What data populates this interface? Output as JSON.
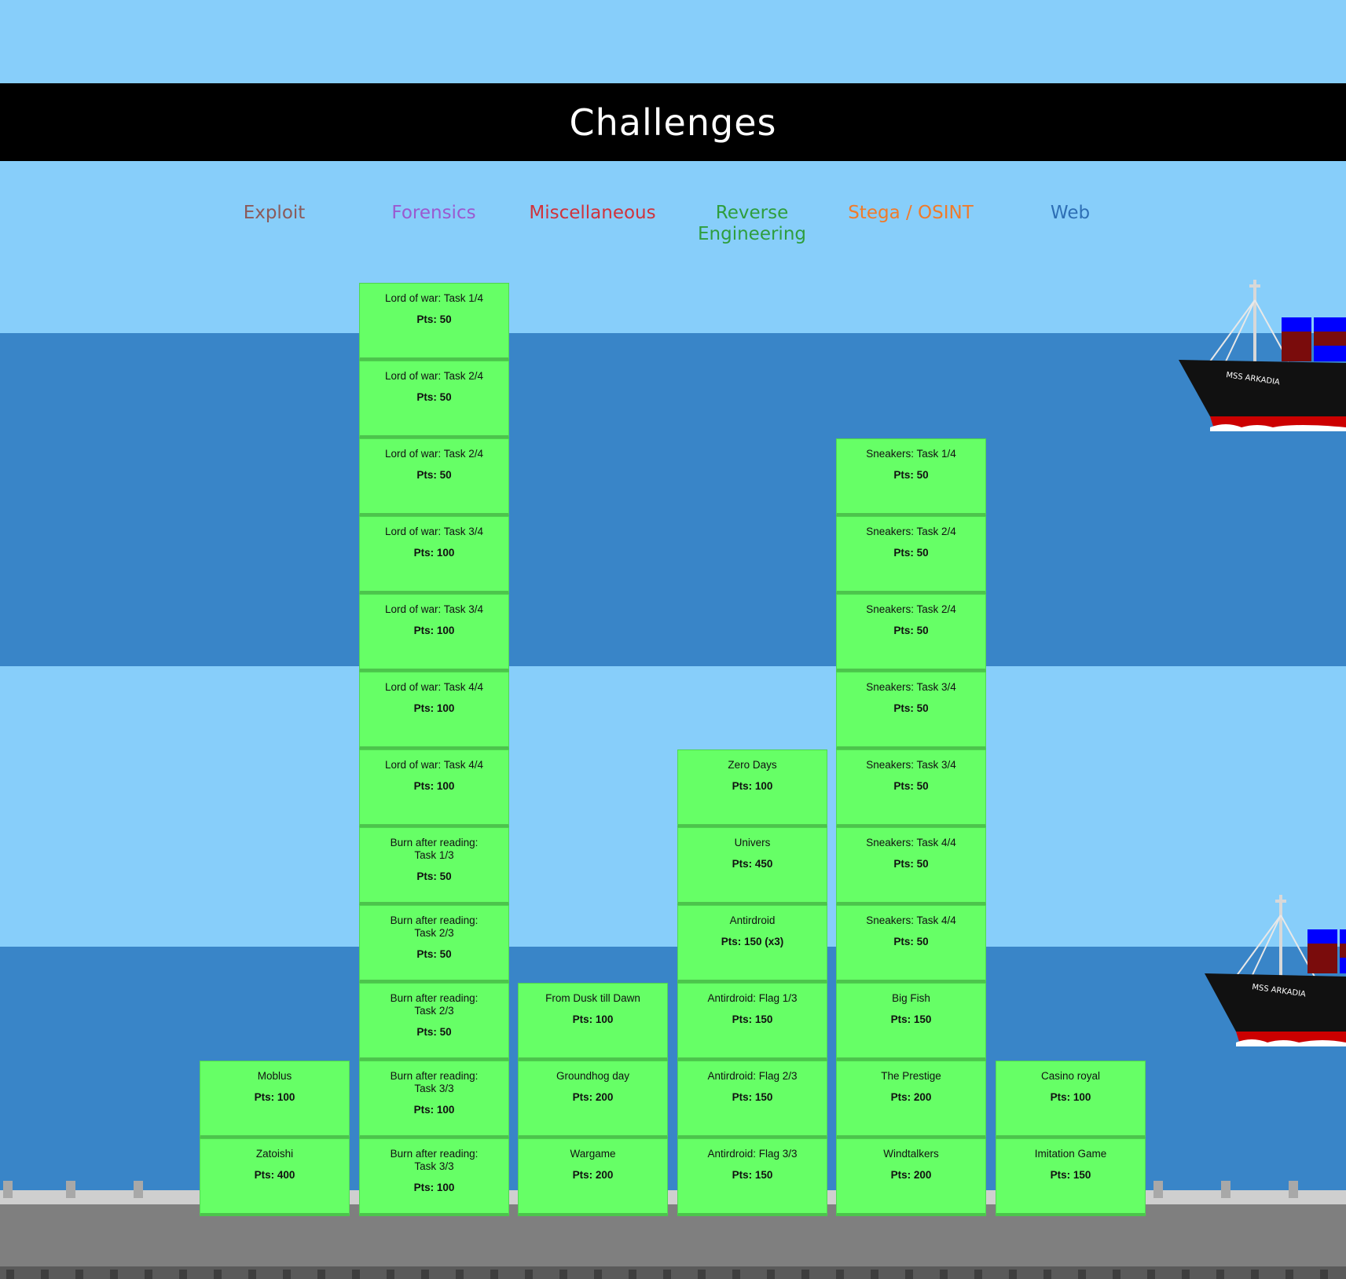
{
  "page": {
    "title": "Challenges"
  },
  "categories": [
    {
      "name": "Exploit",
      "color": "#8B5A5A"
    },
    {
      "name": "Forensics",
      "color": "#9B59D0"
    },
    {
      "name": "Miscellaneous",
      "color": "#D0333C"
    },
    {
      "name": "Reverse Engineering",
      "color": "#2E9E3E"
    },
    {
      "name": "Stega / OSINT",
      "color": "#F07B2A"
    },
    {
      "name": "Web",
      "color": "#2E6FB5"
    }
  ],
  "columns": [
    {
      "category": "Exploit",
      "cards": [
        {
          "name": "Moblus",
          "pts": "Pts: 100"
        },
        {
          "name": "Zatoishi",
          "pts": "Pts: 400"
        }
      ]
    },
    {
      "category": "Forensics",
      "cards": [
        {
          "name": "Lord of war: Task 1/4",
          "pts": "Pts: 50"
        },
        {
          "name": "Lord of war: Task 2/4",
          "pts": "Pts: 50"
        },
        {
          "name": "Lord of war: Task 2/4",
          "pts": "Pts: 50"
        },
        {
          "name": "Lord of war: Task 3/4",
          "pts": "Pts: 100"
        },
        {
          "name": "Lord of war: Task 3/4",
          "pts": "Pts: 100"
        },
        {
          "name": "Lord of war: Task 4/4",
          "pts": "Pts: 100"
        },
        {
          "name": "Lord of war: Task 4/4",
          "pts": "Pts: 100"
        },
        {
          "name": "Burn after reading: Task 1/3",
          "pts": "Pts: 50"
        },
        {
          "name": "Burn after reading: Task 2/3",
          "pts": "Pts: 50"
        },
        {
          "name": "Burn after reading: Task 2/3",
          "pts": "Pts: 50"
        },
        {
          "name": "Burn after reading: Task 3/3",
          "pts": "Pts: 100"
        },
        {
          "name": "Burn after reading: Task 3/3",
          "pts": "Pts: 100"
        }
      ]
    },
    {
      "category": "Miscellaneous",
      "cards": [
        {
          "name": "From Dusk till Dawn",
          "pts": "Pts: 100"
        },
        {
          "name": "Groundhog day",
          "pts": "Pts: 200"
        },
        {
          "name": "Wargame",
          "pts": "Pts: 200"
        }
      ]
    },
    {
      "category": "Reverse Engineering",
      "cards": [
        {
          "name": "Zero Days",
          "pts": "Pts: 100"
        },
        {
          "name": "Univers",
          "pts": "Pts: 450"
        },
        {
          "name": "Antirdroid",
          "pts": "Pts: 150 (x3)"
        },
        {
          "name": "Antirdroid: Flag 1/3",
          "pts": "Pts: 150"
        },
        {
          "name": "Antirdroid: Flag 2/3",
          "pts": "Pts: 150"
        },
        {
          "name": "Antirdroid: Flag 3/3",
          "pts": "Pts: 150"
        }
      ]
    },
    {
      "category": "Stega / OSINT",
      "cards": [
        {
          "name": "Sneakers: Task 1/4",
          "pts": "Pts: 50"
        },
        {
          "name": "Sneakers: Task 2/4",
          "pts": "Pts: 50"
        },
        {
          "name": "Sneakers: Task 2/4",
          "pts": "Pts: 50"
        },
        {
          "name": "Sneakers: Task 3/4",
          "pts": "Pts: 50"
        },
        {
          "name": "Sneakers: Task 3/4",
          "pts": "Pts: 50"
        },
        {
          "name": "Sneakers: Task 4/4",
          "pts": "Pts: 50"
        },
        {
          "name": "Sneakers: Task 4/4",
          "pts": "Pts: 50"
        },
        {
          "name": "Big Fish",
          "pts": "Pts: 150"
        },
        {
          "name": "The Prestige",
          "pts": "Pts: 200"
        },
        {
          "name": "Windtalkers",
          "pts": "Pts: 200"
        }
      ]
    },
    {
      "category": "Web",
      "cards": [
        {
          "name": "Casino royal",
          "pts": "Pts: 100"
        },
        {
          "name": "Imitation Game",
          "pts": "Pts: 150"
        }
      ]
    }
  ],
  "ships": [
    {
      "label": "MSS ARKADIA"
    },
    {
      "label": "MSS ARKADIA"
    }
  ],
  "colors": {
    "sky": "#87CEFA",
    "sea": "#3985C8",
    "card": "#66FF66",
    "title_bar": "#000000"
  }
}
